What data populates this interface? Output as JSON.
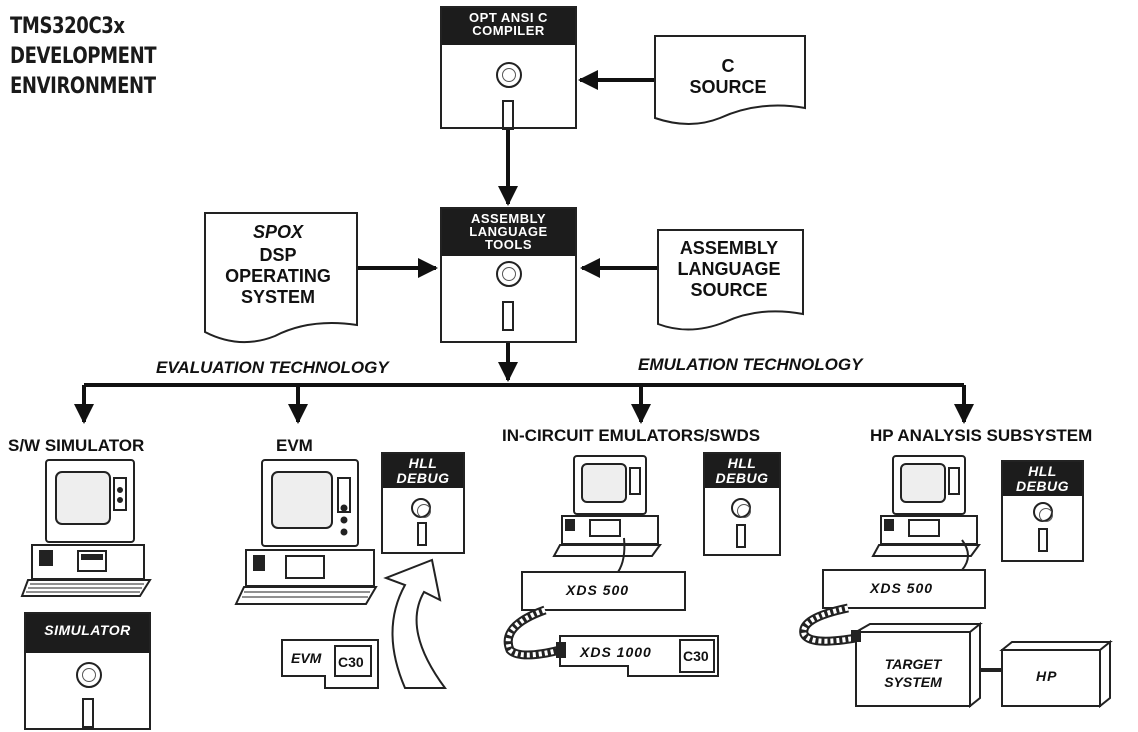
{
  "title": {
    "line1": "TMS320C3x",
    "line2": "DEVELOPMENT",
    "line3": "ENVIRONMENT"
  },
  "compiler": {
    "label": "OPT ANSI C\nCOMPILER"
  },
  "c_source": {
    "line1": "C",
    "line2": "SOURCE"
  },
  "assembly_tools": {
    "label": "ASSEMBLY\nLANGUAGE\nTOOLS"
  },
  "spox": {
    "title": "SPOX",
    "line1": "DSP",
    "line2": "OPERATING",
    "line3": "SYSTEM"
  },
  "asm_source": {
    "line1": "ASSEMBLY",
    "line2": "LANGUAGE",
    "line3": "SOURCE"
  },
  "technology": {
    "evaluation": "EVALUATION TECHNOLOGY",
    "emulation": "EMULATION TECHNOLOGY"
  },
  "branches": {
    "simulator": {
      "heading": "S/W SIMULATOR",
      "disk_label": "SIMULATOR"
    },
    "evm": {
      "heading": "EVM",
      "disk_label": "HLL\nDEBUG",
      "board_label": "EVM",
      "chip_label": "C30"
    },
    "ice": {
      "heading": "IN-CIRCUIT EMULATORS/SWDS",
      "disk_label": "HLL\nDEBUG",
      "xds500": "XDS 500",
      "xds1000": "XDS 1000",
      "chip_label": "C30"
    },
    "hp": {
      "heading": "HP ANALYSIS SUBSYSTEM",
      "disk_label": "HLL\nDEBUG",
      "xds500": "XDS 500",
      "target_line1": "TARGET",
      "target_line2": "SYSTEM",
      "hp_box": "HP"
    }
  }
}
